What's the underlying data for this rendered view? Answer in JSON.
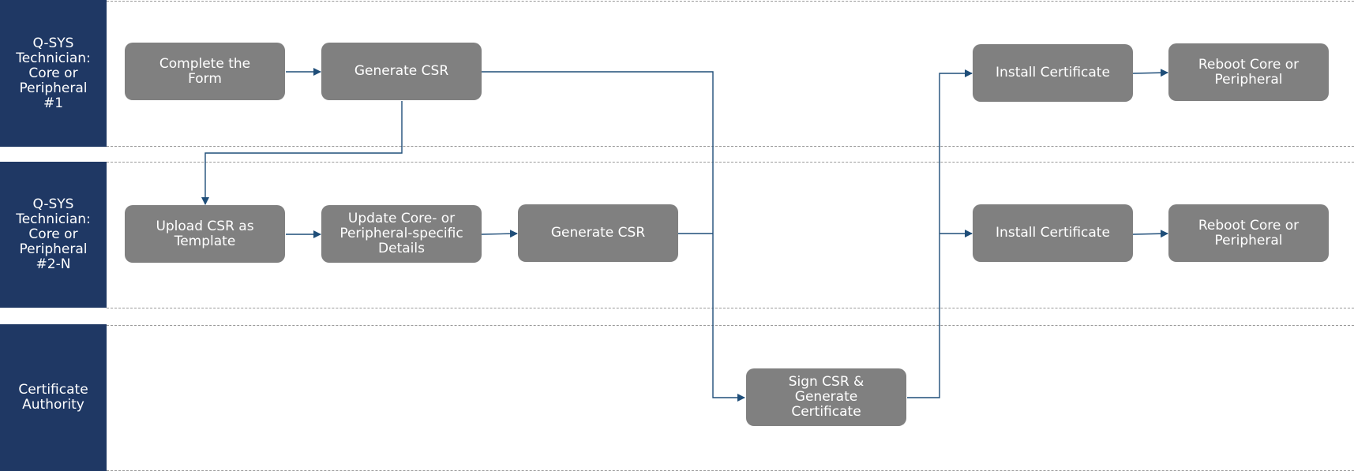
{
  "lanes": {
    "lane1": "Q-SYS\nTechnician:\nCore or\nPeripheral\n#1",
    "lane2": "Q-SYS\nTechnician:\nCore or\nPeripheral\n#2-N",
    "lane3": "Certificate\nAuthority"
  },
  "steps": {
    "complete_form": "Complete the\nForm",
    "generate_csr_1": "Generate CSR",
    "install_cert_1": "Install Certificate",
    "reboot_1": "Reboot Core or\nPeripheral",
    "upload_csr": "Upload CSR as\nTemplate",
    "update_details": "Update Core- or\nPeripheral-specific\nDetails",
    "generate_csr_2": "Generate CSR",
    "install_cert_2": "Install Certificate",
    "reboot_2": "Reboot Core or\nPeripheral",
    "sign_csr": "Sign CSR &\nGenerate\nCertificate"
  },
  "colors": {
    "lane_label_bg": "#1f3864",
    "box_bg": "#808080",
    "connector": "#1f4e79"
  }
}
